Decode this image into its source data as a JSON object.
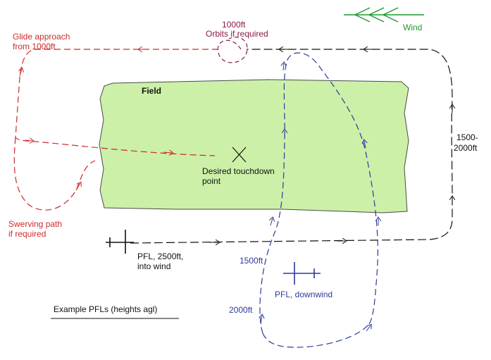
{
  "diagram": {
    "title": "Example PFLs (heights agl)",
    "field_label": "Field",
    "touchdown_label": [
      "Desired touchdown",
      "point"
    ],
    "wind_label": "Wind",
    "orbit_label": [
      "1000ft",
      "Orbits if required"
    ],
    "glide_label": [
      "Glide approach",
      "from 1000ft"
    ],
    "swerve_label": [
      "Swerving path",
      "if required"
    ],
    "pfl_upwind_label": [
      "PFL, 2500ft,",
      "into wind"
    ],
    "pfl_downwind_label": "PFL, downwind",
    "height_1500_label": "1500ft",
    "height_2000_label": "2000ft",
    "side_height_label": [
      "1500-",
      "2000ft"
    ],
    "colors": {
      "field_fill": "#ccf0a8",
      "field_stroke": "#4a4a4a",
      "glide": "#cc2a2a",
      "orbit": "#8a1a4a",
      "black_path": "#111111",
      "blue_path": "#2c3a9a",
      "wind": "#1e9a2e",
      "text_black": "#111111"
    }
  }
}
